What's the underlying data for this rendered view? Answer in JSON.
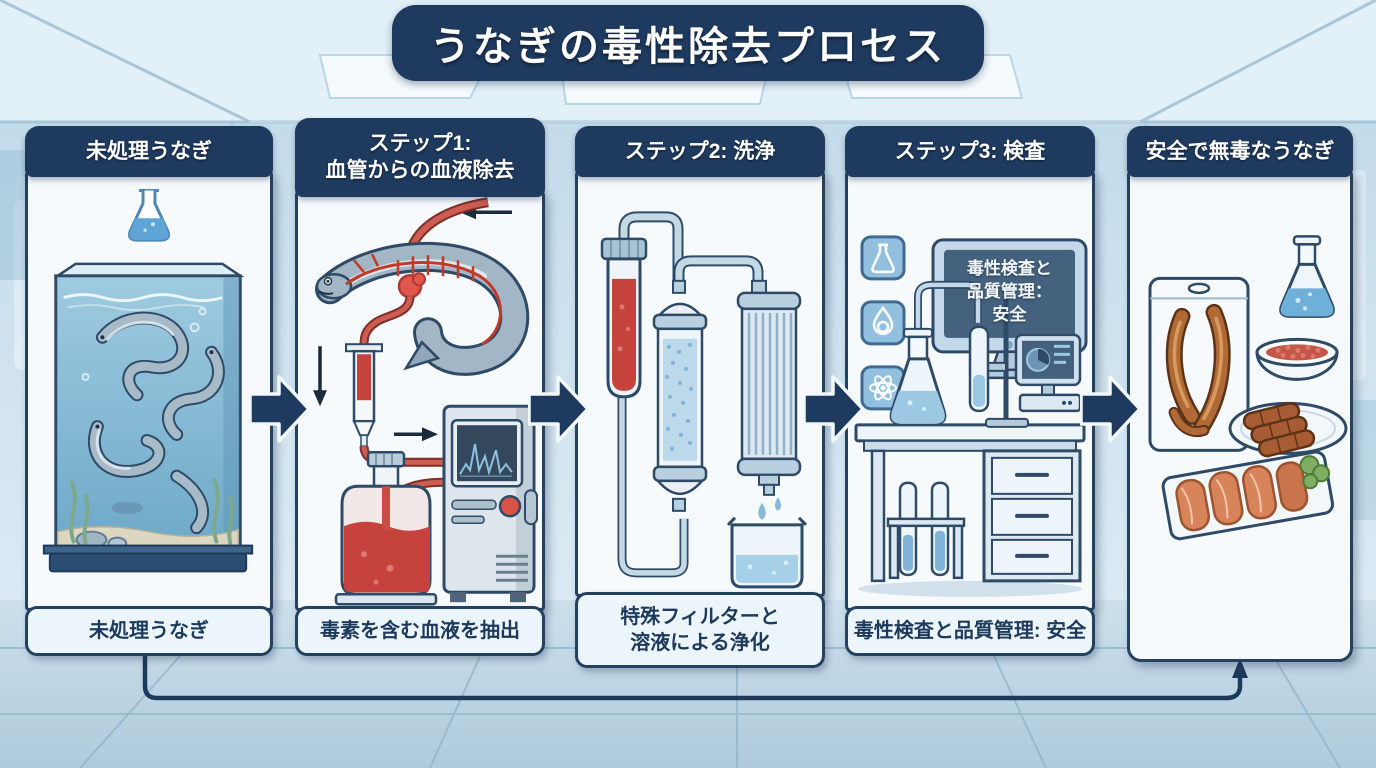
{
  "title": "うなぎの毒性除去プロセス",
  "panels": [
    {
      "id": "untreated-eel",
      "header": "未処理うなぎ",
      "caption": "未処理うなぎ",
      "illustration": "aquarium-with-live-eels"
    },
    {
      "id": "step1-blood-removal",
      "header": "ステップ1:\n血管からの血液除去",
      "caption": "毒素を含む血液を抽出",
      "illustration": "eel-blood-extraction-machine"
    },
    {
      "id": "step2-washing",
      "header": "ステップ2: 洗浄",
      "caption": "特殊フィルターと\n溶液による浄化",
      "illustration": "filter-purification-system"
    },
    {
      "id": "step3-inspection",
      "header": "ステップ3: 検査",
      "caption": "毒性検査と品質管理: 安全",
      "monitor_text": "毒性検査と\n品質管理：\n安全",
      "illustration": "lab-inspection-station",
      "icons": [
        "flask-icon",
        "droplet-icon",
        "atom-icon"
      ]
    },
    {
      "id": "safe-eel",
      "header": "安全で無毒なうなぎ",
      "illustration": "safe-eel-food-products"
    }
  ],
  "flow": {
    "arrow_count": 4,
    "return_connector": "panel1-bottom-to-panel5-bottom"
  },
  "colors": {
    "accent_navy": "#1e3a5f",
    "blood_red": "#c5433c",
    "water_blue": "#7fb3d8",
    "panel_bg": "#f6fafd",
    "caption_bg": "#ecf5fa"
  }
}
